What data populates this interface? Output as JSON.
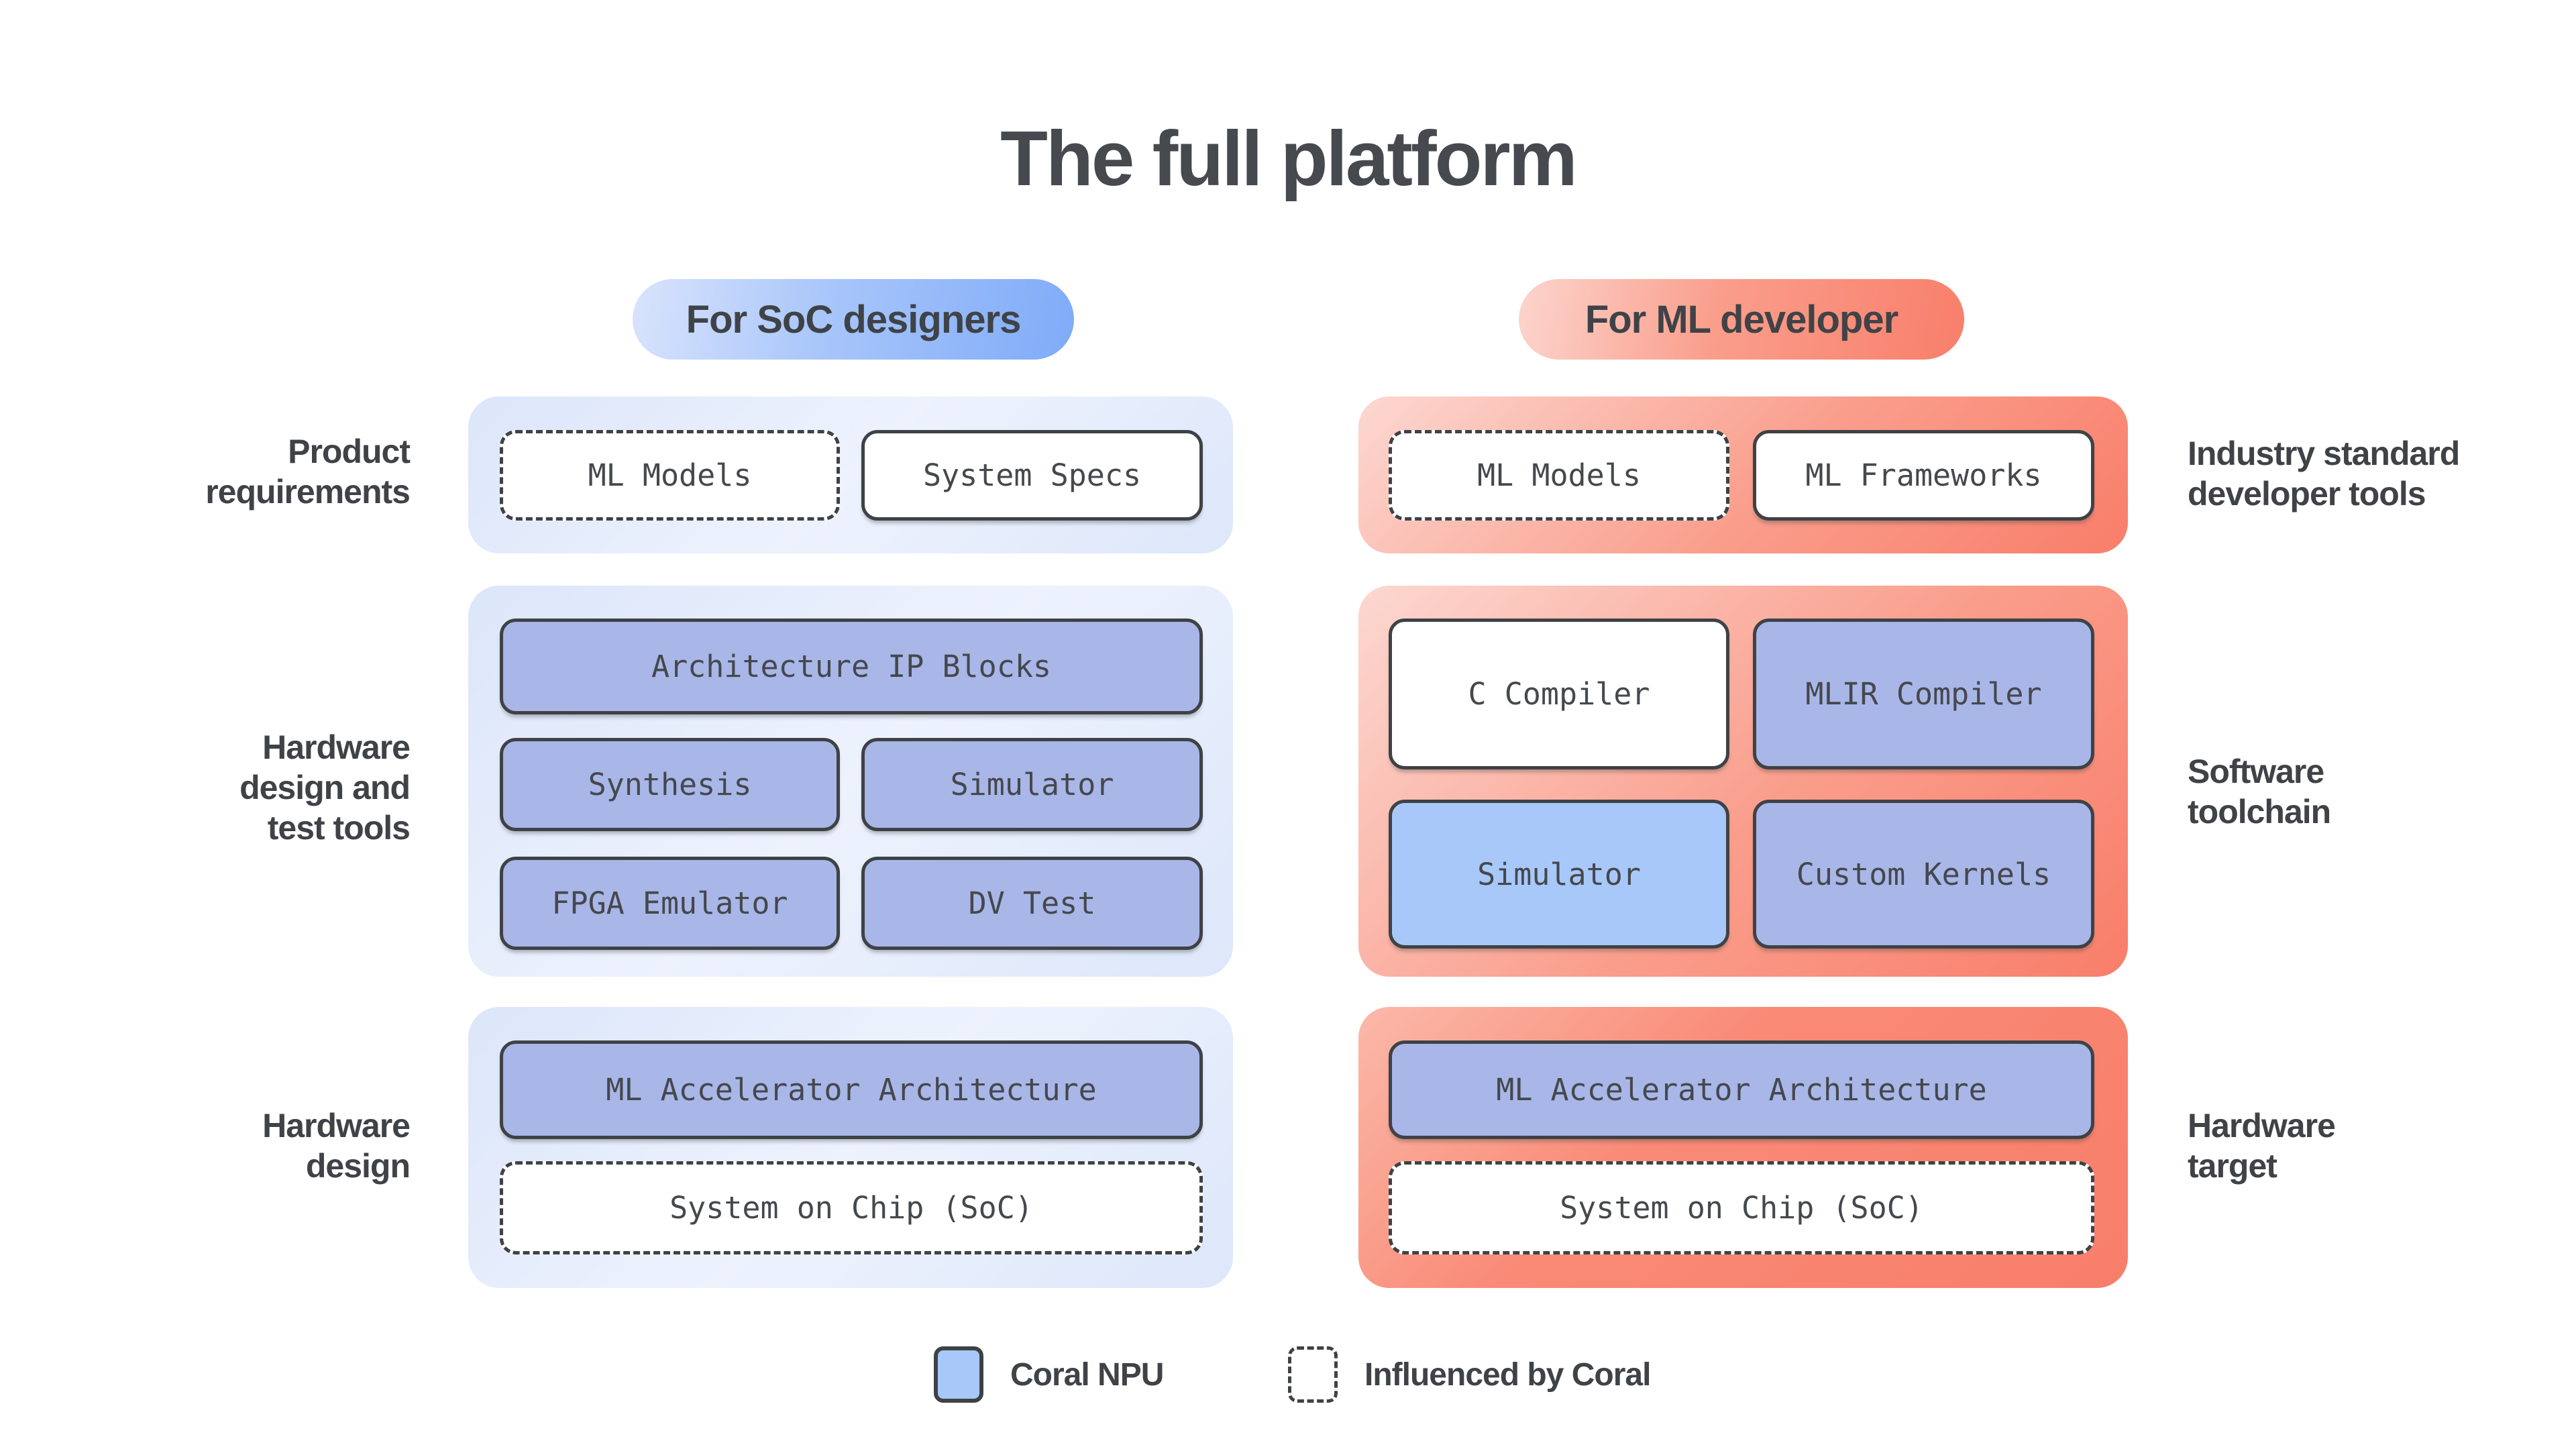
{
  "title": "The full platform",
  "soc": {
    "pill": "For SoC designers",
    "row1": {
      "box1": "ML Models",
      "box2": "System Specs"
    },
    "row2": {
      "full": "Architecture IP Blocks",
      "box1": "Synthesis",
      "box2": "Simulator",
      "box3": "FPGA Emulator",
      "box4": "DV Test"
    },
    "row3": {
      "top": "ML Accelerator Architecture",
      "bottom": "System on Chip (SoC)"
    }
  },
  "ml": {
    "pill": "For ML developer",
    "row1": {
      "box1": "ML Models",
      "box2": "ML Frameworks"
    },
    "row2": {
      "box1": "C Compiler",
      "box2": "MLIR Compiler",
      "box3": "Simulator",
      "box4": "Custom Kernels"
    },
    "row3": {
      "top": "ML Accelerator Architecture",
      "bottom": "System on Chip (SoC)"
    }
  },
  "left_labels": {
    "row1": "Product\nrequirements",
    "row2": "Hardware\ndesign and\ntest tools",
    "row3": "Hardware\ndesign"
  },
  "right_labels": {
    "row1": "Industry standard\ndeveloper tools",
    "row2": "Software\ntoolchain",
    "row3": "Hardware\ntarget"
  },
  "legend": {
    "coral_npu": "Coral NPU",
    "influenced": "Influenced by Coral"
  },
  "colors": {
    "module_fill_periwinkle": "#a9b6e8",
    "coral_npu_fill_lightblue": "#a8c8fa",
    "panel_blue_light": "#e3ecfb",
    "panel_red_salmon": "#f87e6a",
    "pill_blue": "#7fabf8",
    "pill_red": "#f87f6b",
    "border_dark": "#3f4245",
    "text_dark": "#3f4347"
  }
}
